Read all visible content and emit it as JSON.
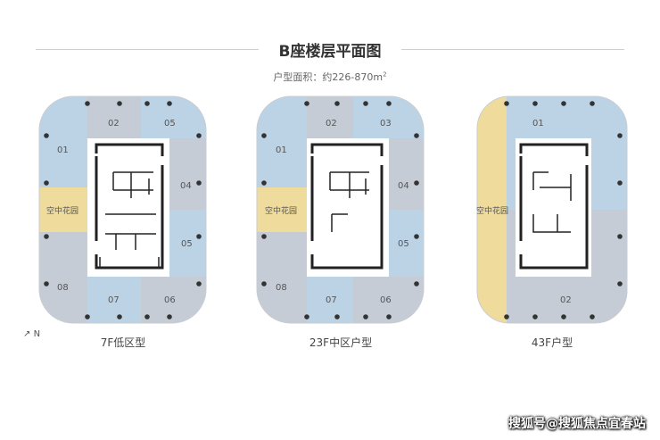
{
  "title": "B座楼层平面图",
  "subtitle": {
    "prefix": "户型面积：约226-870m",
    "sup": "2"
  },
  "north_mark": "N",
  "plans": [
    {
      "caption": "7F低区型",
      "garden_label": "空中花园",
      "units": [
        "01",
        "02",
        "05",
        "04",
        "05",
        "06",
        "07",
        "08"
      ]
    },
    {
      "caption": "23F中区户型",
      "garden_label": "空中花园",
      "units": [
        "01",
        "02",
        "03",
        "04",
        "05",
        "06",
        "07",
        "08"
      ]
    },
    {
      "caption": "43F户型",
      "garden_label": "空中花园",
      "units": [
        "01",
        "02"
      ]
    }
  ],
  "watermark": "搜狐号@搜狐焦点宜春站",
  "colors": {
    "light_blue": "#bcd3e6",
    "grey": "#c6ccd6",
    "garden": "#efdc9c",
    "core_line": "#222222",
    "column": "#333333"
  }
}
